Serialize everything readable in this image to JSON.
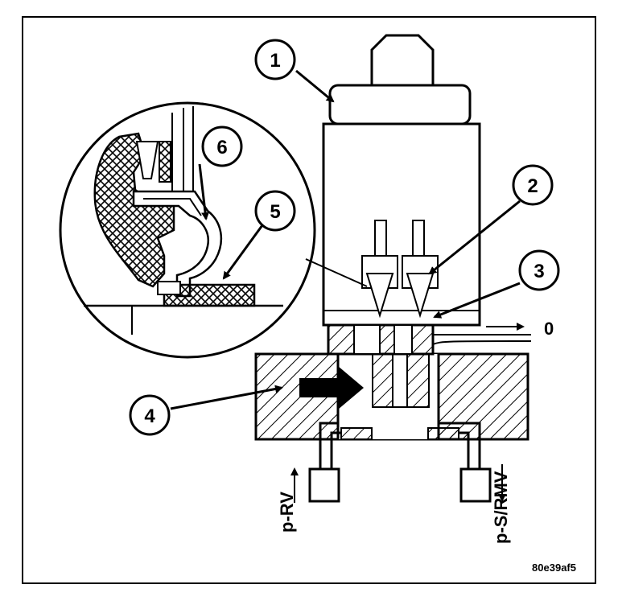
{
  "callouts": [
    "1",
    "2",
    "3",
    "4",
    "5",
    "6"
  ],
  "labels": {
    "return_port": "0",
    "p_rv": "p-RV",
    "p_s_rmv": "p-S/RMV"
  },
  "figure_id": "80e39af5",
  "colors": {
    "ink": "#000000",
    "paper": "#ffffff"
  }
}
